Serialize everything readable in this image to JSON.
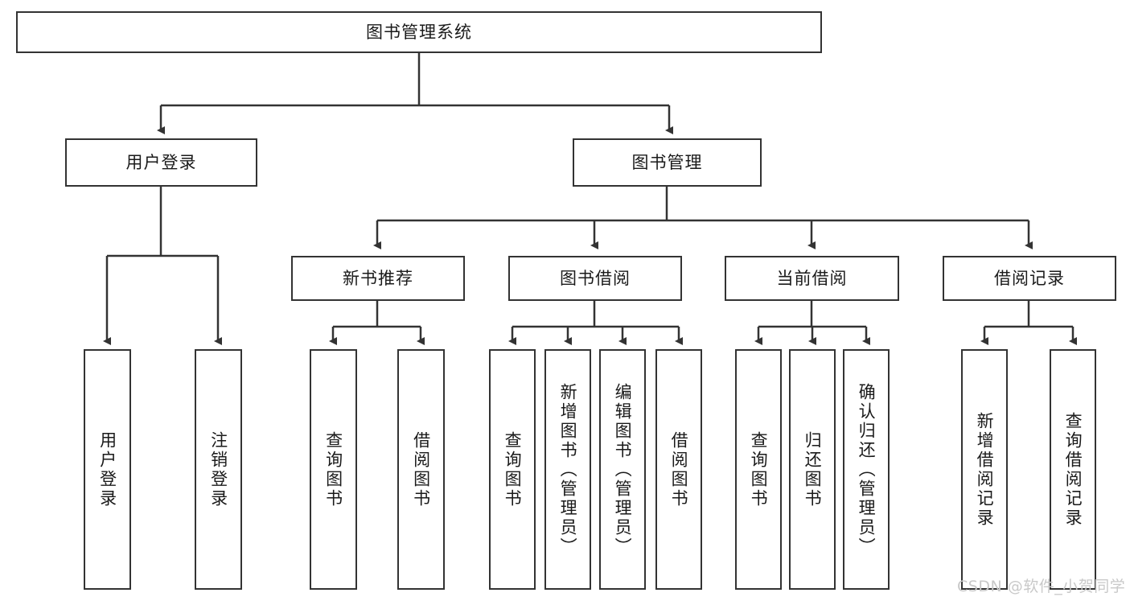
{
  "diagram": {
    "type": "tree",
    "title": "图书管理系统",
    "root": {
      "label": "图书管理系统"
    },
    "level2": [
      {
        "label": "用户登录"
      },
      {
        "label": "图书管理"
      }
    ],
    "level3": [
      {
        "label": "新书推荐"
      },
      {
        "label": "图书借阅"
      },
      {
        "label": "当前借阅"
      },
      {
        "label": "借阅记录"
      }
    ],
    "leaves": {
      "user_login": [
        {
          "label": "用户登录"
        },
        {
          "label": "注销登录"
        }
      ],
      "new_book_recommend": [
        {
          "label": "查询图书"
        },
        {
          "label": "借阅图书"
        }
      ],
      "book_borrow": [
        {
          "label": "查询图书"
        },
        {
          "label": "新增图书（管理员）"
        },
        {
          "label": "编辑图书（管理员）"
        },
        {
          "label": "借阅图书"
        }
      ],
      "current_borrow": [
        {
          "label": "查询图书"
        },
        {
          "label": "归还图书"
        },
        {
          "label": "确认归还（管理员）"
        }
      ],
      "borrow_record": [
        {
          "label": "新增借阅记录"
        },
        {
          "label": "查询借阅记录"
        }
      ]
    }
  },
  "watermark": {
    "text": "CSDN @软件_小贺同学"
  },
  "colors": {
    "border": "#333333",
    "background": "#ffffff",
    "text": "#1a1a1a",
    "watermark": "#c9c9c9"
  }
}
